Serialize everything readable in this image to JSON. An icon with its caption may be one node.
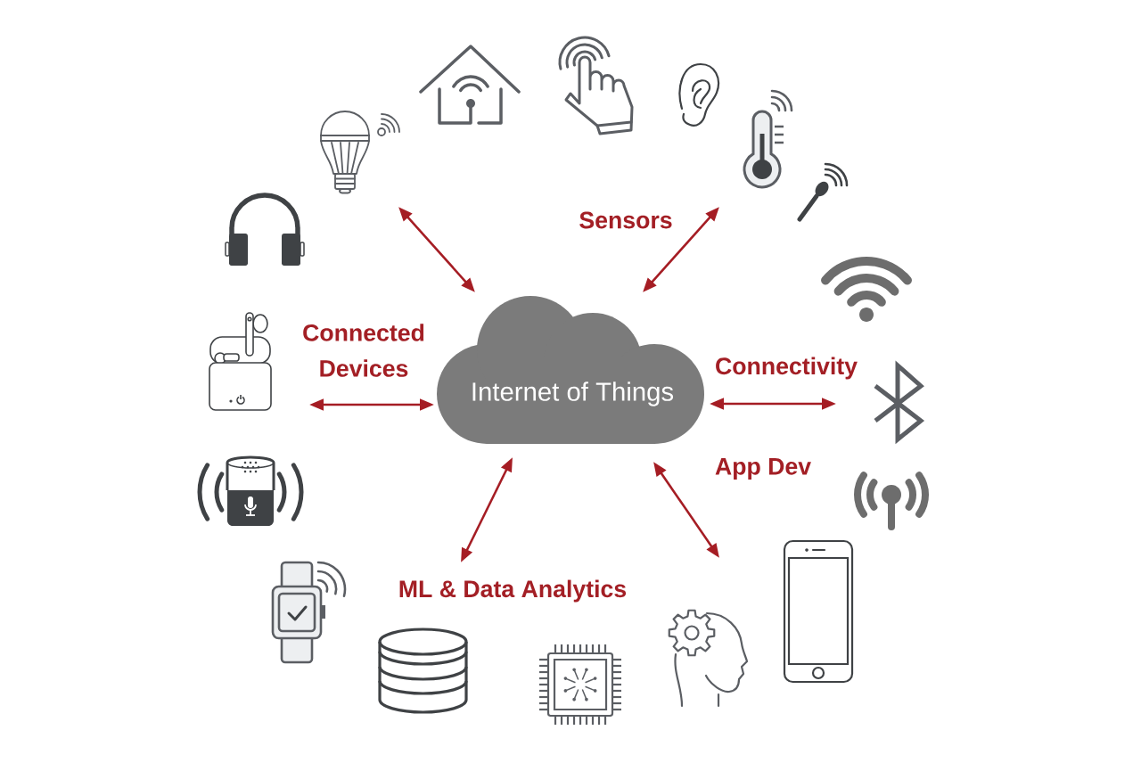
{
  "diagram": {
    "nodes": [
      {
        "text": [
          "Sensors"
        ]
      },
      {
        "text": [
          "Connected Devices"
        ]
      },
      {
        "text": [
          "Internet of Things"
        ]
      },
      {
        "text": [
          "Connectivity"
        ]
      },
      {
        "text": [
          "App Dev"
        ]
      },
      {
        "text": [
          "ML & Data Analytics"
        ]
      }
    ],
    "edges": [
      {
        "from": 2,
        "to": null,
        "arrow": "both"
      },
      {
        "from": 2,
        "to": 0,
        "arrow": "both"
      },
      {
        "from": 2,
        "to": 1,
        "arrow": "both"
      },
      {
        "from": 2,
        "to": 3,
        "arrow": "both"
      },
      {
        "from": 2,
        "to": 5,
        "arrow": "both"
      },
      {
        "from": 2,
        "to": 4,
        "arrow": "both"
      }
    ]
  }
}
